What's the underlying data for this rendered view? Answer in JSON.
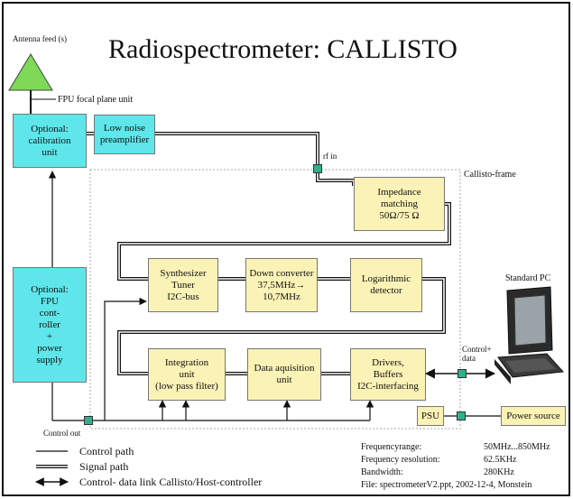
{
  "title": "Radiospectrometer: CALLISTO",
  "labels": {
    "antenna": "Antenna feed (s)",
    "fpu": "FPU focal plane unit",
    "rf_in": "rf in",
    "frame": "Callisto-frame",
    "standard_pc": "Standard PC",
    "control_data": "Control+\ndata",
    "control_out": "Control out"
  },
  "blocks": {
    "calibration": "Optional:\ncalibration\nunit",
    "preamp": "Low noise\npreamplifier",
    "impedance": "Impedance\nmatching\n50Ω/75 Ω",
    "synthesizer": "Synthesizer\nTuner\nI2C-bus",
    "downconverter": "Down converter\n37,5MHz→\n10,7MHz",
    "logdetector": "Logarithmic\ndetector",
    "fpucontroller": "Optional:\nFPU\ncont-\nroller\n+\npower\nsupply",
    "integration": "Integration\nunit\n(low pass filter)",
    "acquisition": "Data aquisition\nunit",
    "drivers": "Drivers,\nBuffers\nI2C-interfacing",
    "psu": "PSU",
    "powersource": "Power source"
  },
  "legend": {
    "control_path": "Control path",
    "signal_path": "Signal path",
    "data_link": "Control- data link Callisto/Host-controller"
  },
  "specs": [
    {
      "label": "Frequencyrange:",
      "value": "50MHz...850MHz"
    },
    {
      "label": "Frequency resolution:",
      "value": "62.5KHz"
    },
    {
      "label": "Bandwidth:",
      "value": "280KHz"
    }
  ],
  "file_note": "File: spectrometerV2.ppt, 2002-12-4, Monstein",
  "colors": {
    "optional_block": "#5ee6ea",
    "callisto_block": "#fbf2b6",
    "connector": "#2fb08a",
    "antenna": "#7ed957"
  }
}
